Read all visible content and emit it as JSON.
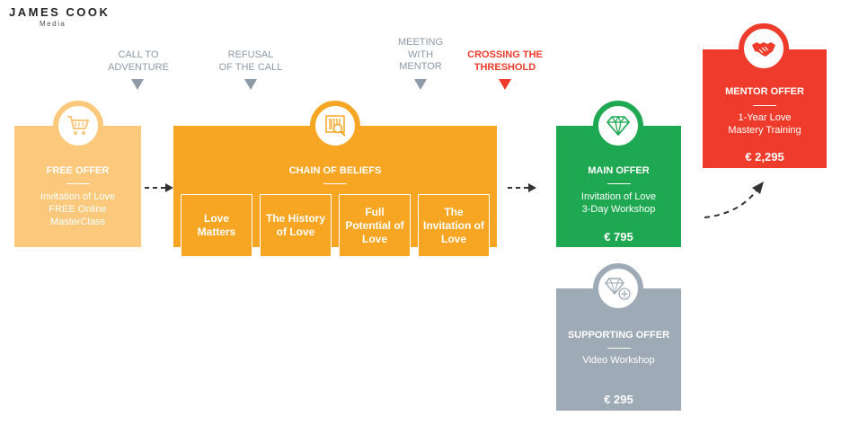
{
  "logo": {
    "name": "JAMES COOK",
    "sub": "Media"
  },
  "stages": [
    {
      "label_line1": "CALL TO",
      "label_line2": "ADVENTURE"
    },
    {
      "label_line1": "REFUSAL",
      "label_line2": "OF THE CALL"
    },
    {
      "label_line1": "MEETING",
      "label_line2": "WITH",
      "label_line3": "MENTOR"
    },
    {
      "label_line1": "CROSSING THE",
      "label_line2": "THRESHOLD"
    }
  ],
  "free_offer": {
    "title": "FREE OFFER",
    "desc1": "Invitation of Love",
    "desc2": "FREE Online",
    "desc3": "MasterClass",
    "icon": "cart-icon",
    "color": "#fcc97c"
  },
  "chain": {
    "title": "CHAIN OF BELIEFS",
    "icon": "barcode-search-icon",
    "color": "#f6a623",
    "items": [
      {
        "line1": "Love",
        "line2": "Matters"
      },
      {
        "line1": "The History",
        "line2": "of Love"
      },
      {
        "line1": "Full",
        "line2": "Potential of",
        "line3": "Love"
      },
      {
        "line1": "The",
        "line2": "Invitation of",
        "line3": "Love"
      }
    ]
  },
  "main_offer": {
    "title": "MAIN OFFER",
    "desc1": "Invitation of Love",
    "desc2": "3-Day Workshop",
    "price": "€ 795",
    "icon": "diamond-icon",
    "color": "#1da851"
  },
  "mentor_offer": {
    "title": "MENTOR OFFER",
    "desc1": "1-Year Love",
    "desc2": "Mastery Training",
    "price": "€ 2,295",
    "icon": "handshake-icon",
    "color": "#ef3b2b"
  },
  "supporting_offer": {
    "title": "SUPPORTING OFFER",
    "desc1": "Video Workshop",
    "price": "€ 295",
    "icon": "diamond-plus-icon",
    "color": "#9eaab6"
  }
}
